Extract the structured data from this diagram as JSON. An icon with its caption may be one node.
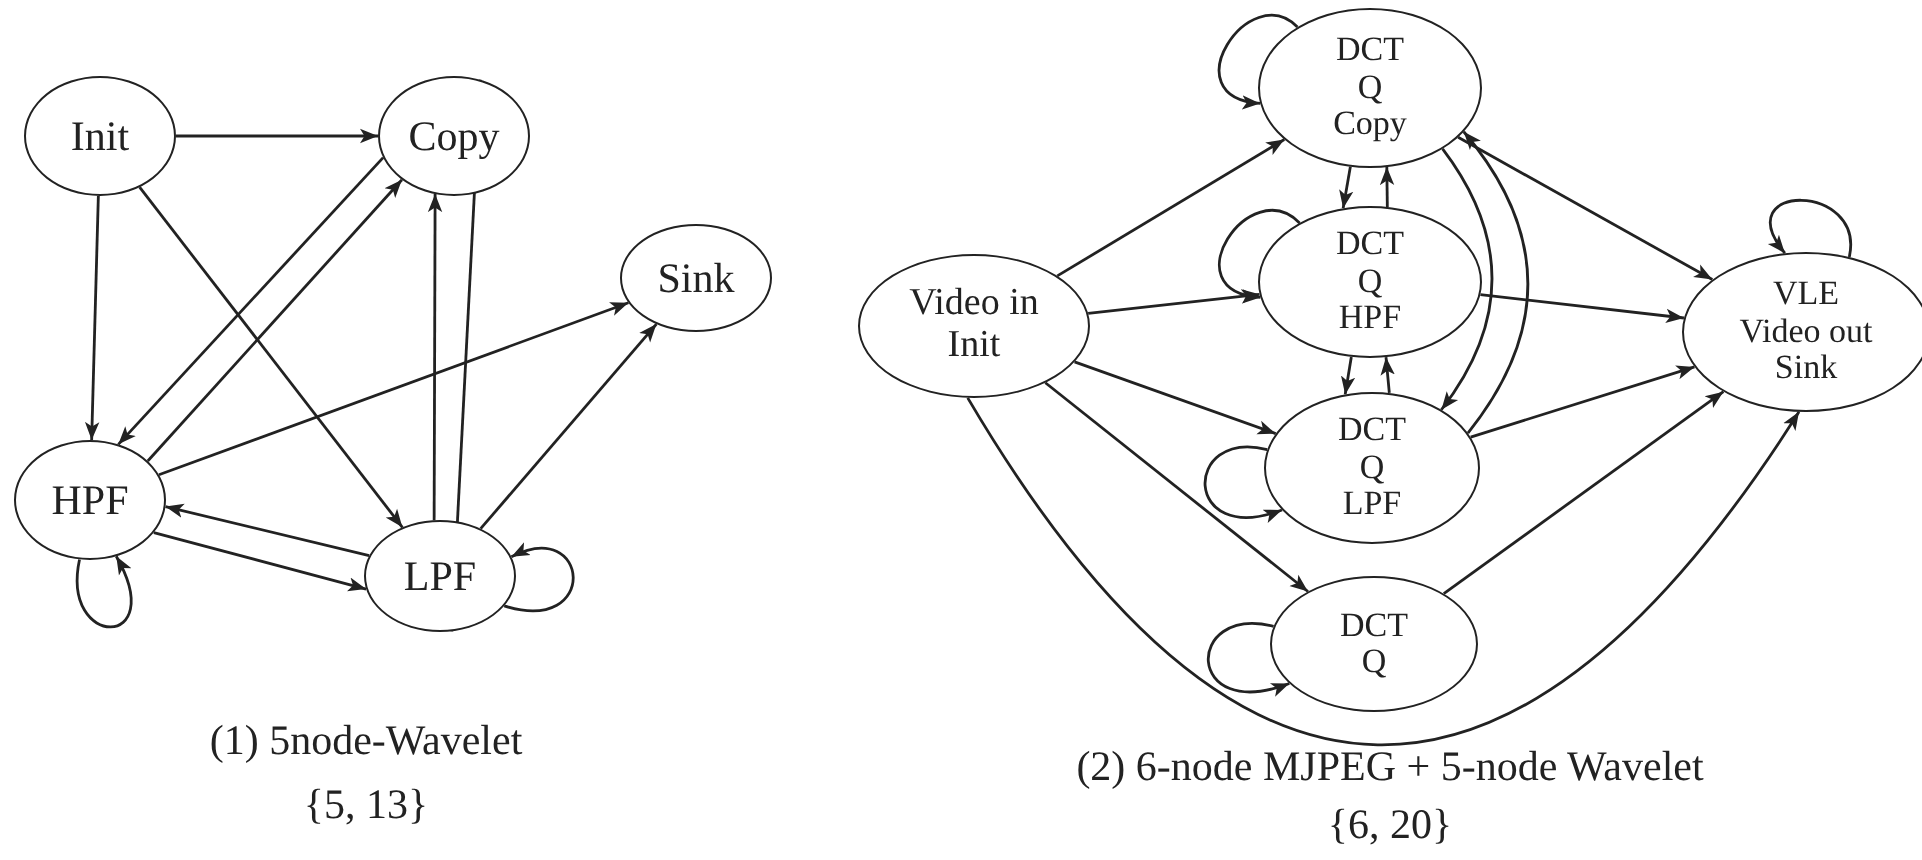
{
  "diagram": {
    "nodes": [
      {
        "text": [
          "Init"
        ]
      },
      {
        "text": [
          "Copy"
        ]
      },
      {
        "text": [
          "Sink"
        ]
      },
      {
        "text": [
          "HPF"
        ]
      },
      {
        "text": [
          "LPF"
        ]
      },
      {
        "text": [
          "DCT",
          "Q",
          "Copy"
        ]
      },
      {
        "text": [
          "Video in",
          "Init"
        ]
      },
      {
        "text": [
          "DCT",
          "Q",
          "HPF"
        ]
      },
      {
        "text": [
          "VLE",
          "Video out",
          "Sink"
        ]
      },
      {
        "text": [
          "DCT",
          "Q",
          "LPF"
        ]
      },
      {
        "text": [
          "DCT",
          "Q"
        ]
      }
    ],
    "edges": [
      {
        "from": 0,
        "to": 1,
        "arrow": "to"
      },
      {
        "from": 0,
        "to": 3,
        "arrow": "to"
      },
      {
        "from": 0,
        "to": 4,
        "arrow": "to"
      },
      {
        "from": 1,
        "to": 3,
        "arrow": "to"
      },
      {
        "from": 3,
        "to": 1,
        "arrow": "to"
      },
      {
        "from": 4,
        "to": 1,
        "arrow": "to"
      },
      {
        "from": 1,
        "to": 4,
        "arrow": "to"
      },
      {
        "from": 3,
        "to": 2,
        "arrow": "to"
      },
      {
        "from": 4,
        "to": 2,
        "arrow": "to"
      },
      {
        "from": 4,
        "to": 3,
        "arrow": "to"
      },
      {
        "from": 3,
        "to": 4,
        "arrow": "to"
      },
      {
        "from": 3,
        "to": 3,
        "arrow": "to"
      },
      {
        "from": 4,
        "to": 4,
        "arrow": "to"
      },
      {
        "from": 6,
        "to": 5,
        "arrow": "to"
      },
      {
        "from": 6,
        "to": 7,
        "arrow": "to"
      },
      {
        "from": 6,
        "to": 9,
        "arrow": "to"
      },
      {
        "from": 6,
        "to": 10,
        "arrow": "to"
      },
      {
        "from": 6,
        "to": 8,
        "arrow": "to"
      },
      {
        "from": 5,
        "to": 5,
        "arrow": "to"
      },
      {
        "from": 7,
        "to": 7,
        "arrow": "to"
      },
      {
        "from": 9,
        "to": 9,
        "arrow": "to"
      },
      {
        "from": 10,
        "to": 10,
        "arrow": "to"
      },
      {
        "from": 8,
        "to": 8,
        "arrow": "to"
      },
      {
        "from": 5,
        "to": 7,
        "arrow": "to"
      },
      {
        "from": 7,
        "to": 5,
        "arrow": "to"
      },
      {
        "from": 7,
        "to": 9,
        "arrow": "to"
      },
      {
        "from": 9,
        "to": 7,
        "arrow": "to"
      },
      {
        "from": 5,
        "to": 9,
        "arrow": "to"
      },
      {
        "from": 9,
        "to": 5,
        "arrow": "to"
      },
      {
        "from": 5,
        "to": 8,
        "arrow": "to"
      },
      {
        "from": 7,
        "to": 8,
        "arrow": "to"
      },
      {
        "from": 9,
        "to": 8,
        "arrow": "to"
      },
      {
        "from": 10,
        "to": 8,
        "arrow": "to"
      }
    ],
    "labels": [
      "(1) 5node-Wavelet",
      "{5, 13}",
      "(2) 6-node MJPEG + 5-node Wavelet",
      "{6, 20}"
    ]
  }
}
